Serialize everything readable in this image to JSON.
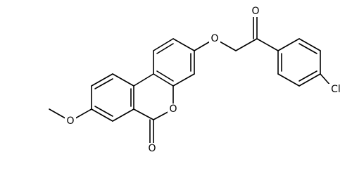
{
  "molecule": {
    "atoms": {
      "carbonyl_oxygen_ketone": "O",
      "ether_oxygen": "O",
      "ring_oxygen_lactone": "O",
      "carbonyl_oxygen_lactone": "O",
      "methoxy_oxygen": "O",
      "chlorine": "Cl"
    }
  },
  "colors": {
    "bond": "#000000",
    "background": "#ffffff"
  }
}
